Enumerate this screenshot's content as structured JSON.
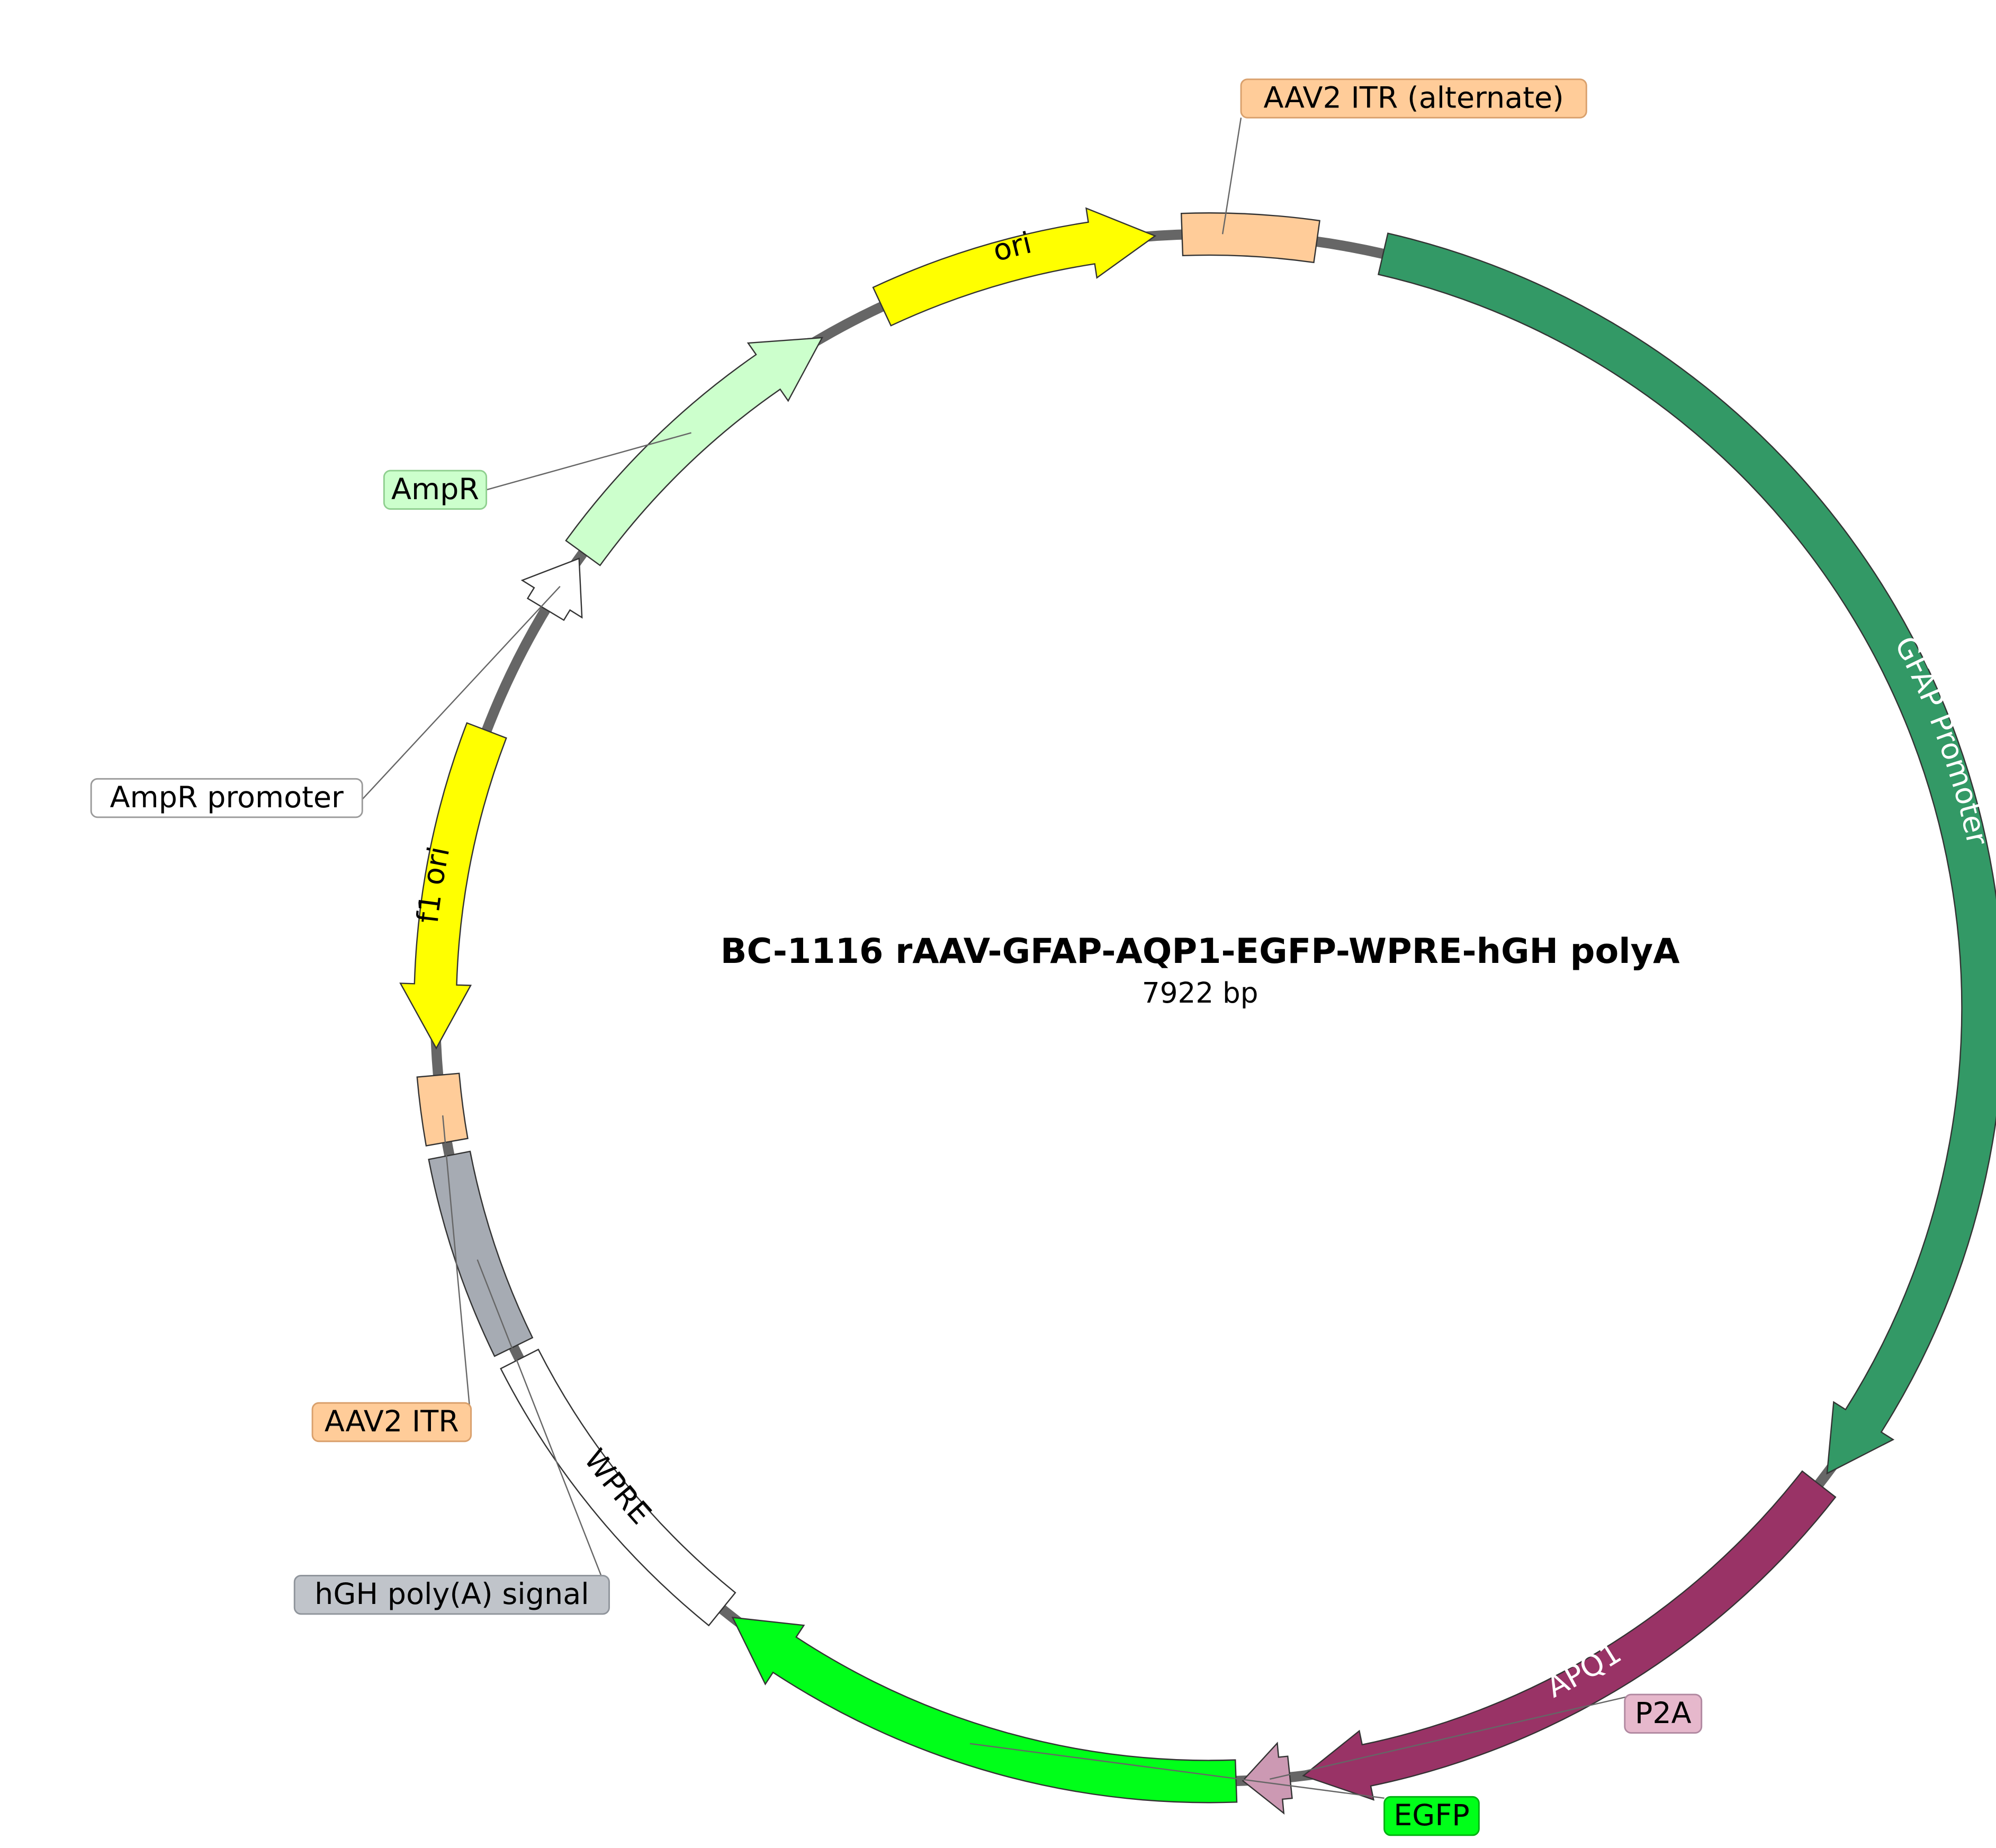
{
  "plasmid": {
    "title": "BC-1116   rAAV-GFAP-AQP1-EGFP-WPRE-hGH polyA",
    "size": "7922 bp"
  },
  "features": [
    {
      "id": "aav2-itr-alt",
      "name": "AAV2 ITR (alternate)",
      "type": "box",
      "start": 358,
      "end": 8,
      "fill": "#ffcc99",
      "label_mode": "callout",
      "label_fill": "#ffcc99",
      "label_stroke": "#d9a06c"
    },
    {
      "id": "gfap-promoter",
      "name": "GFAP Promoter",
      "type": "arrow",
      "direction": "cw",
      "start": 13,
      "end": 127,
      "fill": "#339966",
      "label_mode": "inside",
      "text_color": "#ffffff"
    },
    {
      "id": "apq1",
      "name": "APQ1",
      "type": "arrow",
      "direction": "cw",
      "start": 128,
      "end": 173,
      "fill": "#993366",
      "label_mode": "inside",
      "text_color": "#ffffff"
    },
    {
      "id": "p2a",
      "name": "P2A",
      "type": "arrow",
      "direction": "cw",
      "start": 174,
      "end": 177.5,
      "fill": "#cc99b3",
      "label_mode": "callout",
      "label_fill": "#e6b8cc",
      "label_stroke": "#b088a0"
    },
    {
      "id": "egfp",
      "name": "EGFP",
      "type": "arrow",
      "direction": "cw",
      "start": 178,
      "end": 218,
      "fill": "#00ff19",
      "label_mode": "callout",
      "label_fill": "#00ff19",
      "label_stroke": "#00b012"
    },
    {
      "id": "wpre",
      "name": "WPRE",
      "type": "box",
      "start": 219,
      "end": 243,
      "fill": "#ffffff",
      "label_mode": "inside",
      "text_color": "#000000"
    },
    {
      "id": "hgh-polya",
      "name": "hGH poly(A) signal",
      "type": "box",
      "start": 244,
      "end": 259,
      "fill": "#a6abb3",
      "label_mode": "callout",
      "label_fill": "#c0c4ca",
      "label_stroke": "#8f949b"
    },
    {
      "id": "aav2-itr",
      "name": "AAV2 ITR",
      "type": "box",
      "start": 260,
      "end": 265,
      "fill": "#ffcc99",
      "label_mode": "callout",
      "label_fill": "#ffcc99",
      "label_stroke": "#d9a06c"
    },
    {
      "id": "f1-ori",
      "name": "f1 ori",
      "type": "arrow",
      "direction": "ccw",
      "start": 267,
      "end": 291,
      "fill": "#ffff00",
      "label_mode": "inside",
      "text_color": "#000000"
    },
    {
      "id": "ampr-promoter",
      "name": "AmpR promoter",
      "type": "arrow",
      "direction": "cw",
      "start": 301,
      "end": 305.5,
      "fill": "#ffffff",
      "label_mode": "callout",
      "label_fill": "#ffffff",
      "label_stroke": "#9a9a9a"
    },
    {
      "id": "ampr",
      "name": "AmpR",
      "type": "arrow",
      "direction": "cw",
      "start": 306,
      "end": 330,
      "fill": "#ccffcc",
      "label_mode": "callout",
      "label_fill": "#ccffcc",
      "label_stroke": "#8fcf8f"
    },
    {
      "id": "ori",
      "name": "ori",
      "type": "arrow",
      "direction": "cw",
      "start": 335,
      "end": 356,
      "fill": "#ffff00",
      "label_mode": "inside",
      "text_color": "#000000"
    }
  ]
}
